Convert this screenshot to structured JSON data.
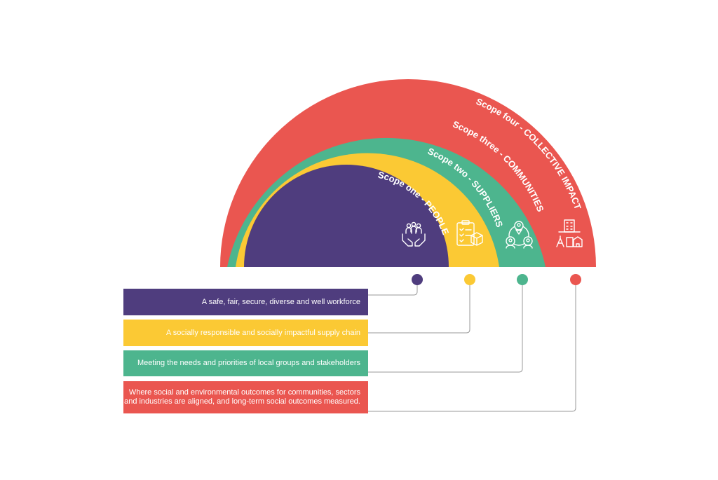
{
  "colors": {
    "people": "#4f3d7e",
    "suppliers": "#fbc934",
    "communities": "#4db58e",
    "collective": "#ea5650",
    "connector": "#9a9a9a"
  },
  "arcs": [
    {
      "id": "collective",
      "label": "Scope four - COLLECTIVE IMPACT",
      "icon": "city-buildings-icon"
    },
    {
      "id": "communities",
      "label": "Scope three - COMMUNITIES",
      "icon": "community-network-icon"
    },
    {
      "id": "suppliers",
      "label": "Scope two - SUPPLIERS",
      "icon": "supply-checklist-icon"
    },
    {
      "id": "people",
      "label": "Scope one - PEOPLE",
      "icon": "people-in-hands-icon"
    }
  ],
  "descriptions": {
    "people": "A safe, fair, secure, diverse and well workforce",
    "suppliers": "A socially responsible and socially impactful supply chain",
    "communities": "Meeting the needs and priorities of local groups and stakeholders",
    "collective_line1": "Where social and environmental outcomes for communities, sectors",
    "collective_line2": "and industries are aligned, and long-term social outcomes measured."
  }
}
